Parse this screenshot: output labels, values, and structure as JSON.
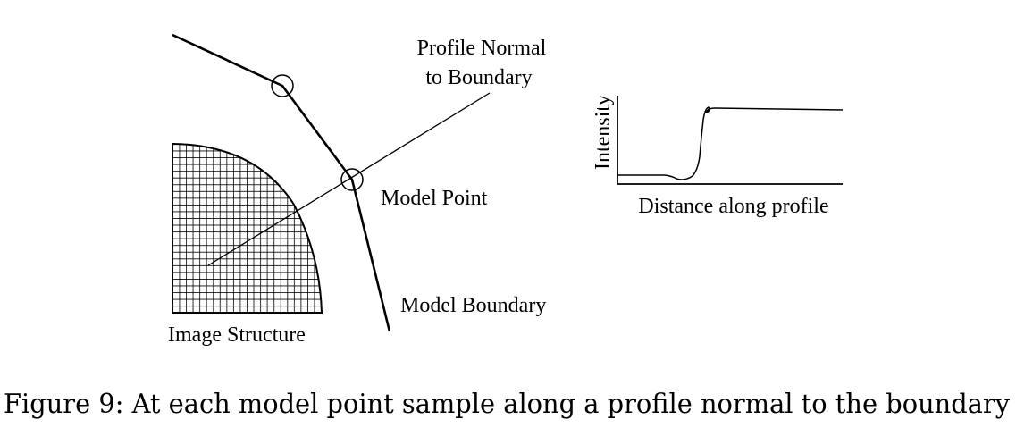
{
  "labels": {
    "profile_normal_line1": "Profile Normal",
    "profile_normal_line2": "to Boundary",
    "model_point": "Model Point",
    "model_boundary": "Model Boundary",
    "image_structure": "Image Structure"
  },
  "chart_data": {
    "type": "line",
    "xlabel": "Distance along profile",
    "ylabel": "Intensity",
    "title": "",
    "grid": false
  },
  "caption": "Figure 9: At each model point sample along a profile normal to the boundary",
  "colors": {
    "ink": "#000000",
    "background": "#ffffff"
  }
}
